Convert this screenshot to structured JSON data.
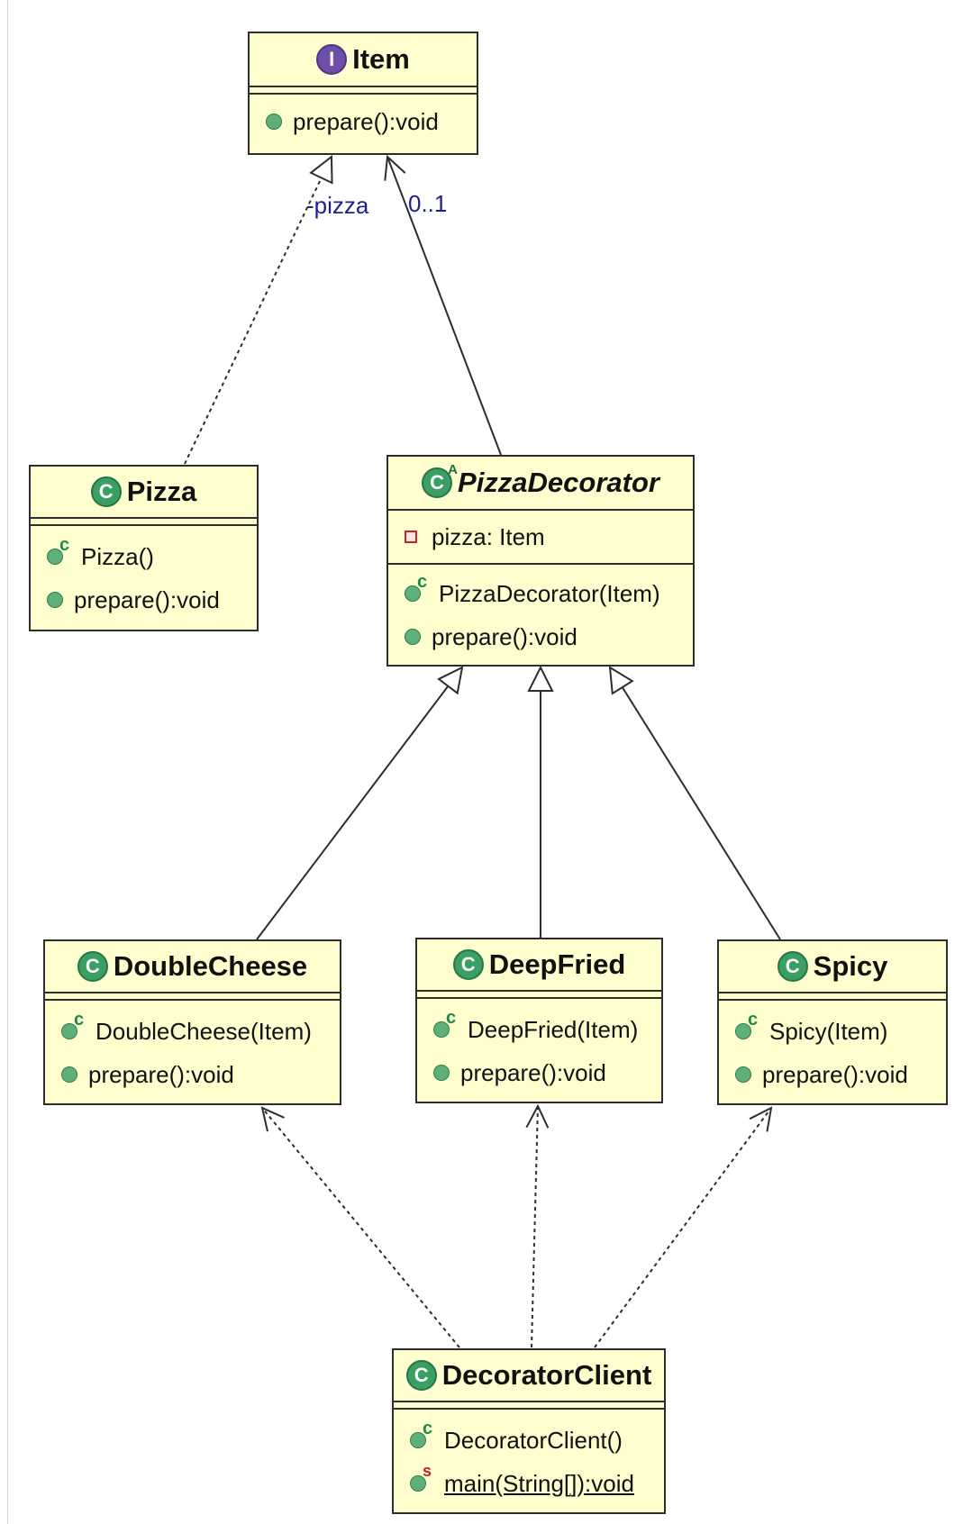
{
  "classes": {
    "item": {
      "name": "Item",
      "badge": "I",
      "methods": [
        "prepare():void"
      ]
    },
    "pizza": {
      "name": "Pizza",
      "badge": "C",
      "constructors": [
        "Pizza()"
      ],
      "methods": [
        "prepare():void"
      ]
    },
    "pizza_decorator": {
      "name": "PizzaDecorator",
      "badge": "C",
      "abstract_mark": "A",
      "fields": [
        "pizza: Item"
      ],
      "constructors": [
        "PizzaDecorator(Item)"
      ],
      "methods": [
        "prepare():void"
      ]
    },
    "double_cheese": {
      "name": "DoubleCheese",
      "badge": "C",
      "constructors": [
        "DoubleCheese(Item)"
      ],
      "methods": [
        "prepare():void"
      ]
    },
    "deep_fried": {
      "name": "DeepFried",
      "badge": "C",
      "constructors": [
        "DeepFried(Item)"
      ],
      "methods": [
        "prepare():void"
      ]
    },
    "spicy": {
      "name": "Spicy",
      "badge": "C",
      "constructors": [
        "Spicy(Item)"
      ],
      "methods": [
        "prepare():void"
      ]
    },
    "decorator_client": {
      "name": "DecoratorClient",
      "badge": "C",
      "constructors": [
        "DecoratorClient()"
      ],
      "static_methods": [
        "main(String[]):void"
      ]
    }
  },
  "relations": {
    "association_role": "-pizza",
    "association_multiplicity": "0..1"
  },
  "colors": {
    "box_fill": "#fefece",
    "box_border": "#2d2d2d",
    "class_badge": "#3b9f63",
    "interface_badge": "#6f4ea8",
    "label": "#1f1f8f"
  }
}
